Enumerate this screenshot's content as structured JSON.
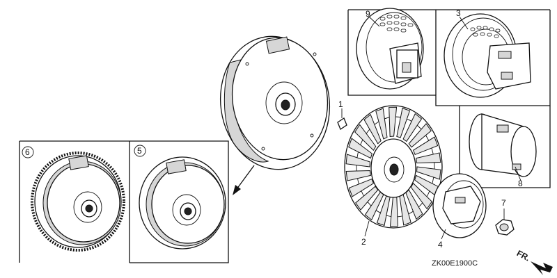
{
  "diagram": {
    "drawing_code": "ZK00E1900C",
    "direction_label": "FR.",
    "callouts": [
      {
        "id": "c1",
        "label": "1"
      },
      {
        "id": "c2",
        "label": "2"
      },
      {
        "id": "c3",
        "label": "3"
      },
      {
        "id": "c4",
        "label": "4"
      },
      {
        "id": "c5",
        "label": "5"
      },
      {
        "id": "c6",
        "label": "6"
      },
      {
        "id": "c7",
        "label": "7"
      },
      {
        "id": "c8",
        "label": "8"
      },
      {
        "id": "c9",
        "label": "9"
      }
    ]
  }
}
